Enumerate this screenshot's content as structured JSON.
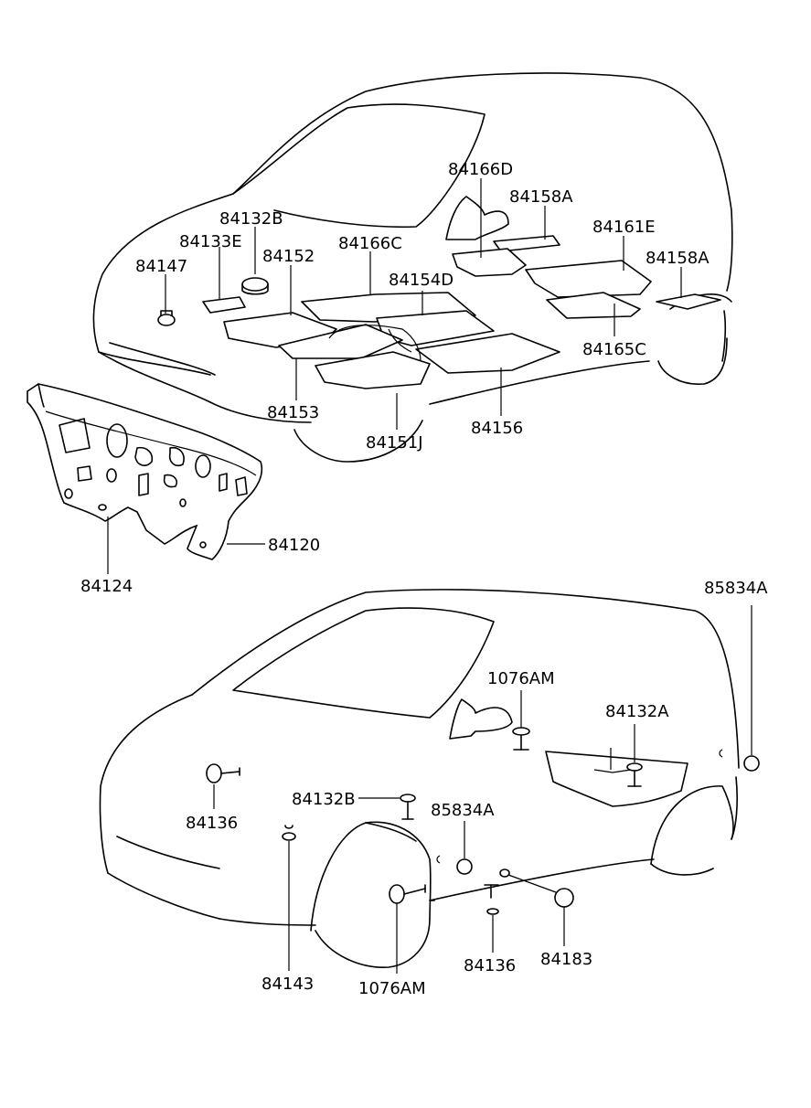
{
  "diagram": {
    "top_labels": {
      "p84166D": "84166D",
      "p84158A_a": "84158A",
      "p84132B": "84132B",
      "p84161E": "84161E",
      "p84133E": "84133E",
      "p84166C": "84166C",
      "p84152": "84152",
      "p84147": "84147",
      "p84154D": "84154D",
      "p84158A_b": "84158A",
      "p84165C": "84165C",
      "p84153": "84153",
      "p84156": "84156",
      "p84151J": "84151J",
      "p84120": "84120",
      "p84124": "84124"
    },
    "bottom_labels": {
      "p85834A_a": "85834A",
      "p1076AM_a": "1076AM",
      "p84132A": "84132A",
      "p84136_a": "84136",
      "p84132B": "84132B",
      "p85834A_b": "85834A",
      "p84136_b": "84136",
      "p84183": "84183",
      "p84143": "84143",
      "p1076AM_b": "1076AM"
    }
  }
}
